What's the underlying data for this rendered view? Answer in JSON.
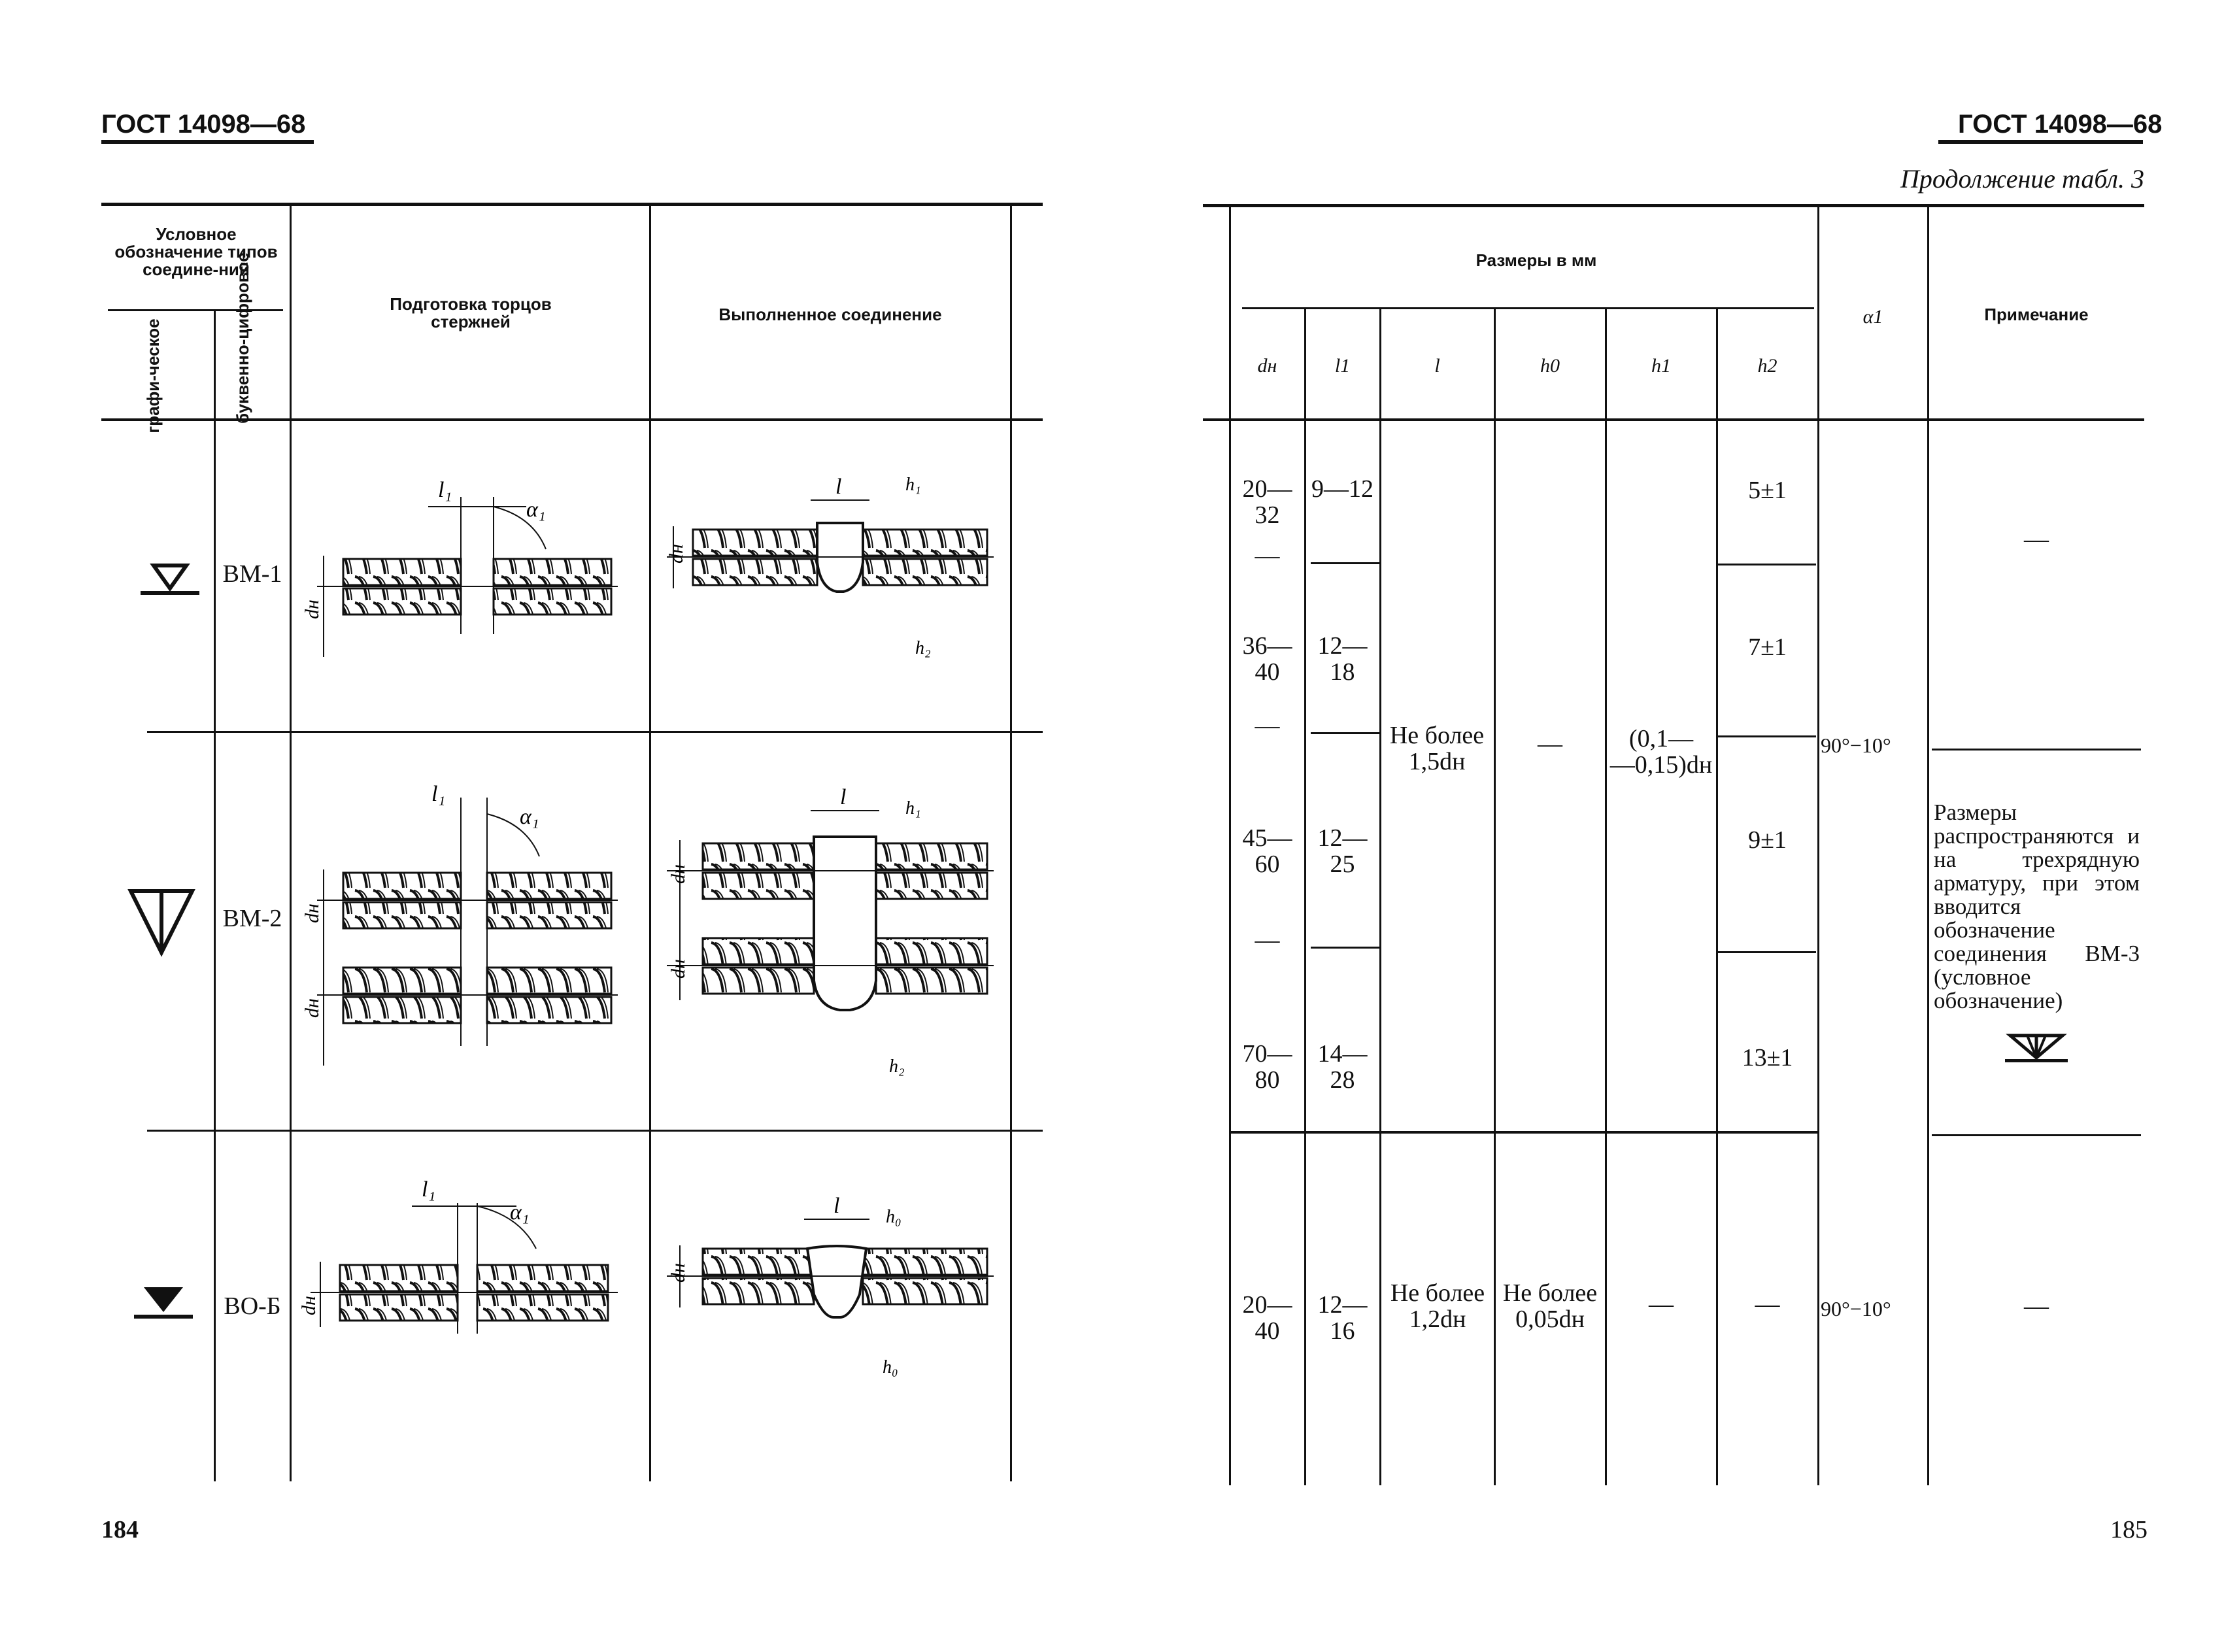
{
  "left_page": {
    "header": "ГОСТ 14098—68",
    "page_number": "184",
    "table_headers": {
      "designation": "Условное обозначение типов соедине-ний",
      "graphic": "графи-ческое",
      "alphanumeric": "буквенно-цифровое",
      "preparation": "Подготовка торцов стержней",
      "joint": "Выполненное соединение"
    },
    "rows": [
      {
        "code": "ВМ-1"
      },
      {
        "code": "ВМ-2"
      },
      {
        "code": "ВО-Б"
      }
    ],
    "drawing_labels": {
      "l1": "l1",
      "alpha1": "α1",
      "dn": "dн",
      "l": "l",
      "h1": "h1",
      "h2": "h2",
      "h0": "h0"
    }
  },
  "right_page": {
    "header": "ГОСТ 14098—68",
    "continuation": "Продолжение табл. 3",
    "page_number": "185",
    "table_headers": {
      "sizes": "Размеры в мм",
      "dn": "dн",
      "l1": "l1",
      "l": "l",
      "h0": "h0",
      "h1": "h1",
      "h2": "h2",
      "alpha1": "α1",
      "note": "Примечание"
    },
    "group1": {
      "dn": [
        "20—32",
        "36—40",
        "45—60",
        "70—80"
      ],
      "l1": [
        "9—12",
        "12—18",
        "12—25",
        "14—28"
      ],
      "l": "Не более 1,5dн",
      "h0": "—",
      "h1": "(0,1—\n—0,15)dн",
      "h2": [
        "5±1",
        "7±1",
        "9±1",
        "13±1"
      ],
      "alpha": "90°−10°",
      "note_row1": "—",
      "note_row2": "Размеры распространяются и на трехрядную арматуру, при этом вводится обозначение соединения ВМ-3 (условное обозначение)",
      "separators": [
        "—",
        "—",
        "—"
      ]
    },
    "group2": {
      "dn": "20—40",
      "l1": "12—16",
      "l": "Не более 1,2dн",
      "h0": "Не более 0,05dн",
      "h1": "—",
      "h2": "—",
      "alpha": "90°−10°",
      "note": "—"
    }
  }
}
